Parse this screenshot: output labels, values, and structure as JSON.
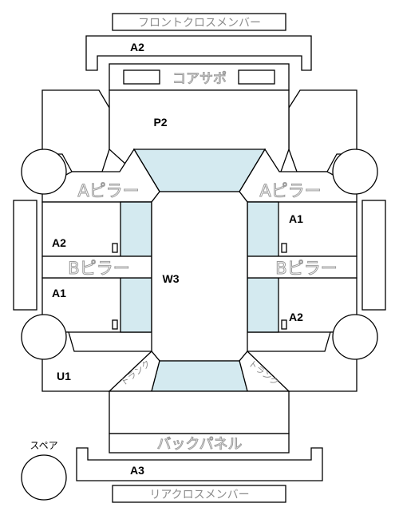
{
  "labels": {
    "front_cross_member": "フロントクロスメンバー",
    "core_support": "コアサポ",
    "a_pillar_left": "Aピラー",
    "a_pillar_right": "Aピラー",
    "b_pillar_left": "Bピラー",
    "b_pillar_right": "Bピラー",
    "back_panel": "バックパネル",
    "rear_cross_member": "リアクロスメンバー",
    "spare": "スペア",
    "trunk_left": "トランク",
    "trunk_right": "トランク"
  },
  "codes": {
    "front_cross_member": "A2",
    "bonnet": "P2",
    "roof": "W3",
    "front_door_left": "A2",
    "rear_door_left": "A1",
    "front_door_right": "A1",
    "rear_door_right": "A2",
    "rear_left": "U1",
    "rear_cross_member": "A3"
  },
  "colors": {
    "glass": "#d4eaf0",
    "outline": "#000000",
    "gray_text": "#9a9a9a"
  }
}
